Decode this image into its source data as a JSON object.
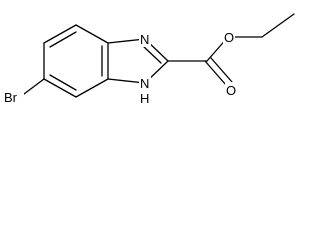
{
  "molecule": {
    "atoms": {
      "bromine": "Br",
      "imine_nitrogen": "N",
      "amine_nitrogen": "N",
      "amine_hydrogen": "H",
      "ester_oxygen": "O",
      "carbonyl_oxygen": "O"
    }
  }
}
